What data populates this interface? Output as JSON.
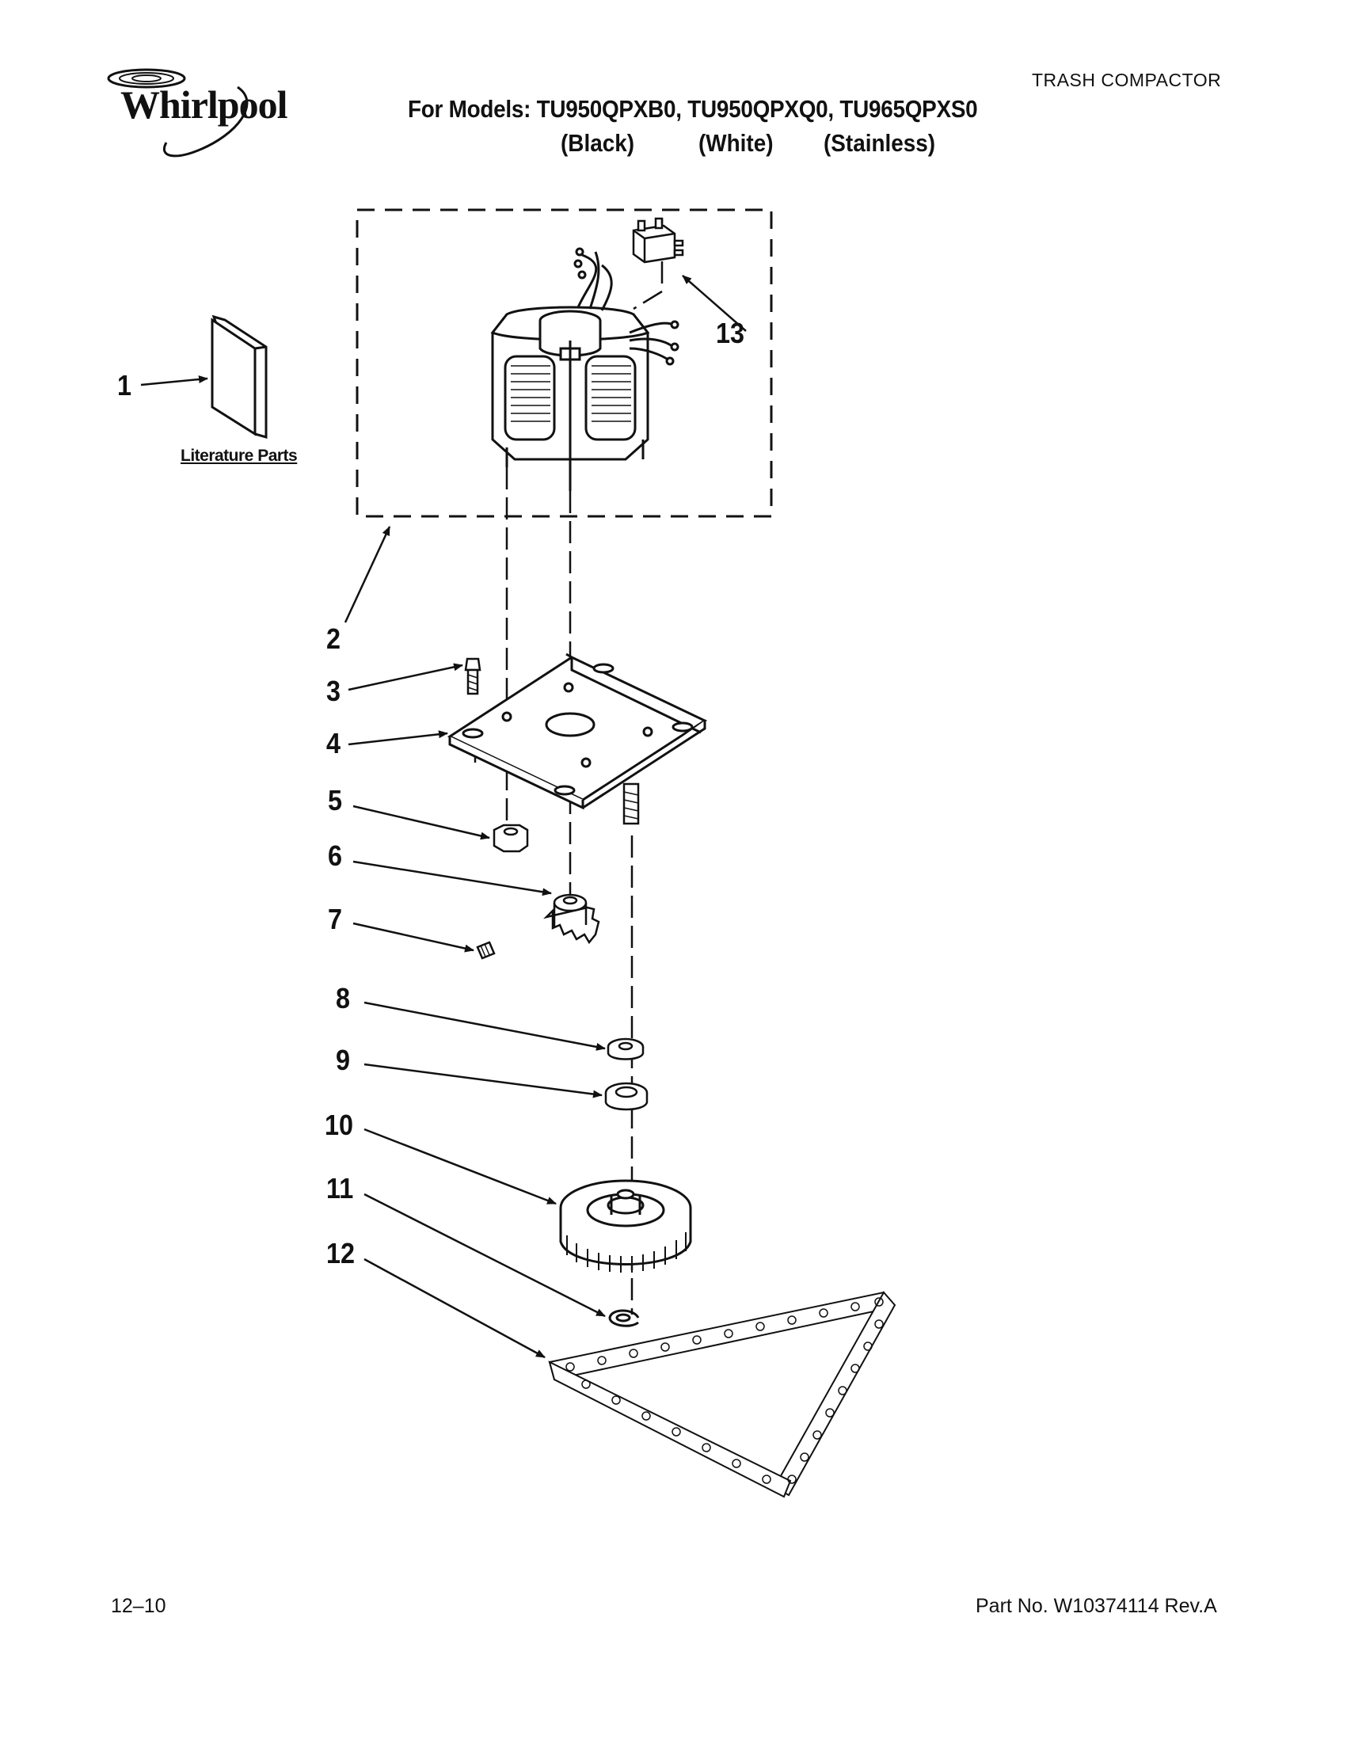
{
  "brand": {
    "name": "Whirlpool"
  },
  "header": {
    "category": "TRASH COMPACTOR",
    "models_line": "For Models: TU950QPXB0, TU950QPXQ0, TU965QPXS0",
    "finishes": [
      "(Black)",
      "(White)",
      "(Stainless)"
    ]
  },
  "diagram": {
    "literature_label": "Literature Parts",
    "callouts": [
      "1",
      "2",
      "3",
      "4",
      "5",
      "6",
      "7",
      "8",
      "9",
      "10",
      "11",
      "12",
      "13"
    ],
    "parts": [
      "literature-parts-booklet-icon",
      "motor-assembly-icon",
      "screw-icon",
      "motor-mounting-bracket-icon",
      "nut-icon",
      "drive-sprocket-icon",
      "set-screw-icon",
      "washer-icon",
      "bearing-icon",
      "driven-sprocket-icon",
      "retaining-ring-icon",
      "drive-chain-icon",
      "switch-icon"
    ]
  },
  "footer": {
    "date_code": "12–10",
    "part_number": "Part No. W10374114 Rev.A"
  }
}
